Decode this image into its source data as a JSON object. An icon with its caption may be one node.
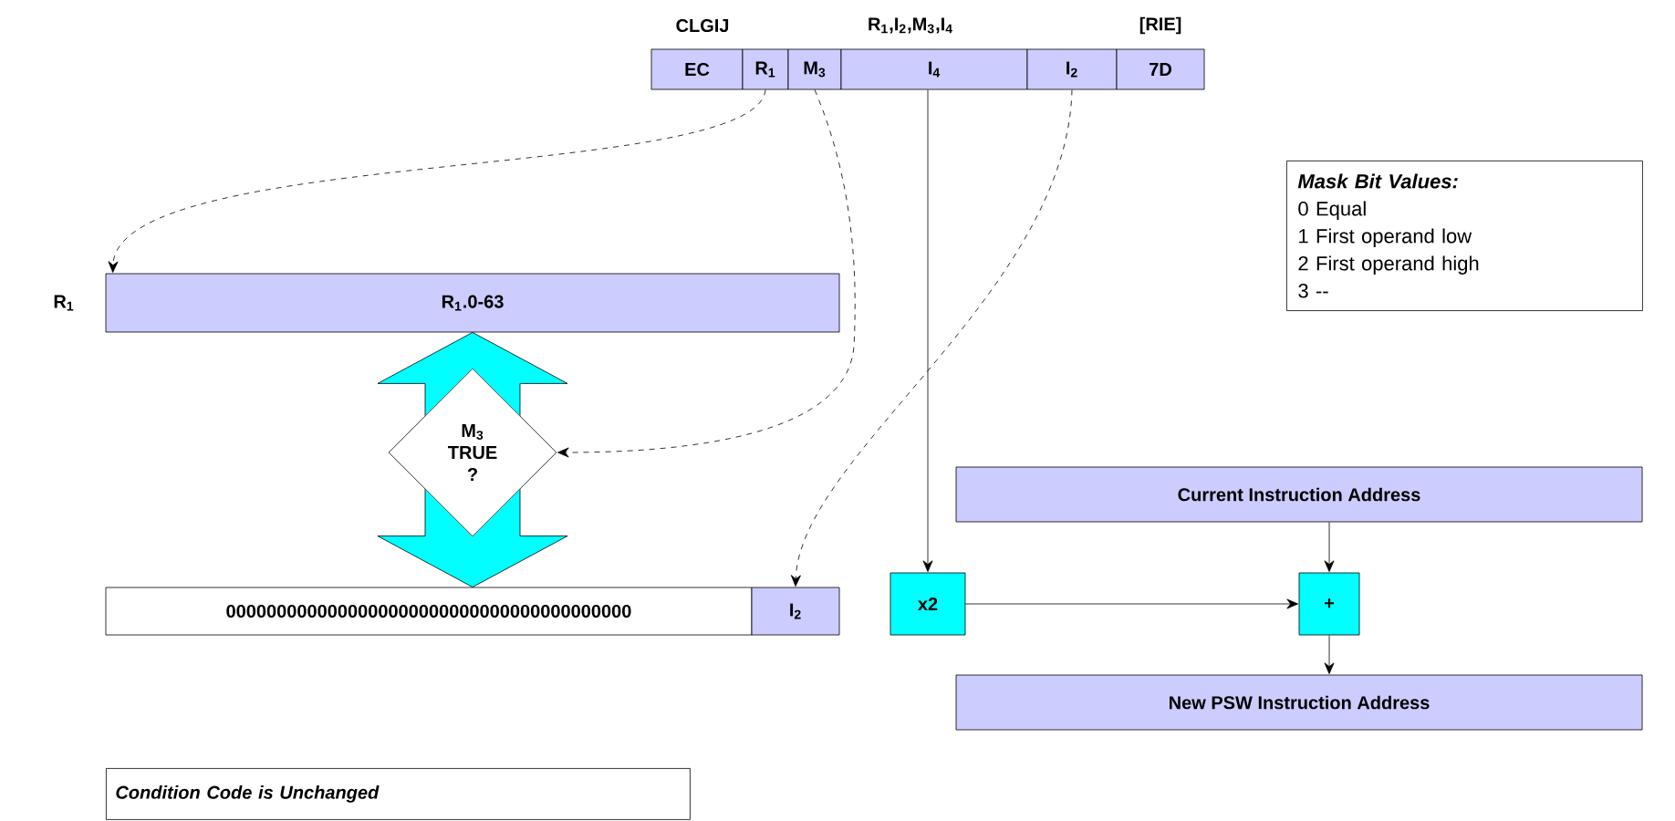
{
  "diagram": {
    "nodes": [
      {
        "text": [
          "EC"
        ]
      },
      {
        "text": [
          "R$_{1}$"
        ]
      },
      {
        "text": [
          "M$_{3}$"
        ]
      },
      {
        "text": [
          "I$_{4}$"
        ]
      },
      {
        "text": [
          "I$_{2}$"
        ]
      },
      {
        "text": [
          "7D"
        ]
      },
      {
        "text": [
          "R$_{1}$.0-63"
        ],
        "beside": [
          "R$_{1}$"
        ]
      },
      {
        "text": [
          "M$_{3}$ TRUE ?"
        ]
      },
      {
        "text": [
          "0000000000000000000000000000000000000000"
        ]
      },
      {
        "text": [
          "I$_{2}$"
        ]
      },
      {
        "text": [
          "x2"
        ]
      },
      {
        "text": [
          "Current Instruction Address"
        ]
      },
      {
        "text": [
          "+"
        ]
      },
      {
        "text": [
          "New PSW Instruction Address"
        ]
      },
      {
        "text": [
          "Mask Bit Values:",
          "0 Equal",
          "1 First operand low",
          "2 First operand high",
          "3 --"
        ]
      },
      {
        "text": [
          "Condition Code is Unchanged"
        ]
      }
    ],
    "edges": [
      {
        "from": 1,
        "to": 6,
        "arrow": "to",
        "style": "dashed"
      },
      {
        "from": 2,
        "to": 7,
        "arrow": "to",
        "style": "dashed"
      },
      {
        "from": 4,
        "to": 9,
        "arrow": "to",
        "style": "dashed"
      },
      {
        "from": 3,
        "to": 10,
        "arrow": "to"
      },
      {
        "from": 6,
        "to": 8,
        "arrow": "both",
        "style": "thick",
        "color": "#00ffff"
      },
      {
        "from": 11,
        "to": 12,
        "arrow": "to"
      },
      {
        "from": 10,
        "to": 12,
        "arrow": "to"
      },
      {
        "from": 12,
        "to": 13,
        "arrow": "to"
      }
    ],
    "labels": [
      "CLGIJ",
      "R$_{1}$,I$_{2}$,M$_{3}$,I$_{4}$",
      "[RIE]"
    ]
  }
}
